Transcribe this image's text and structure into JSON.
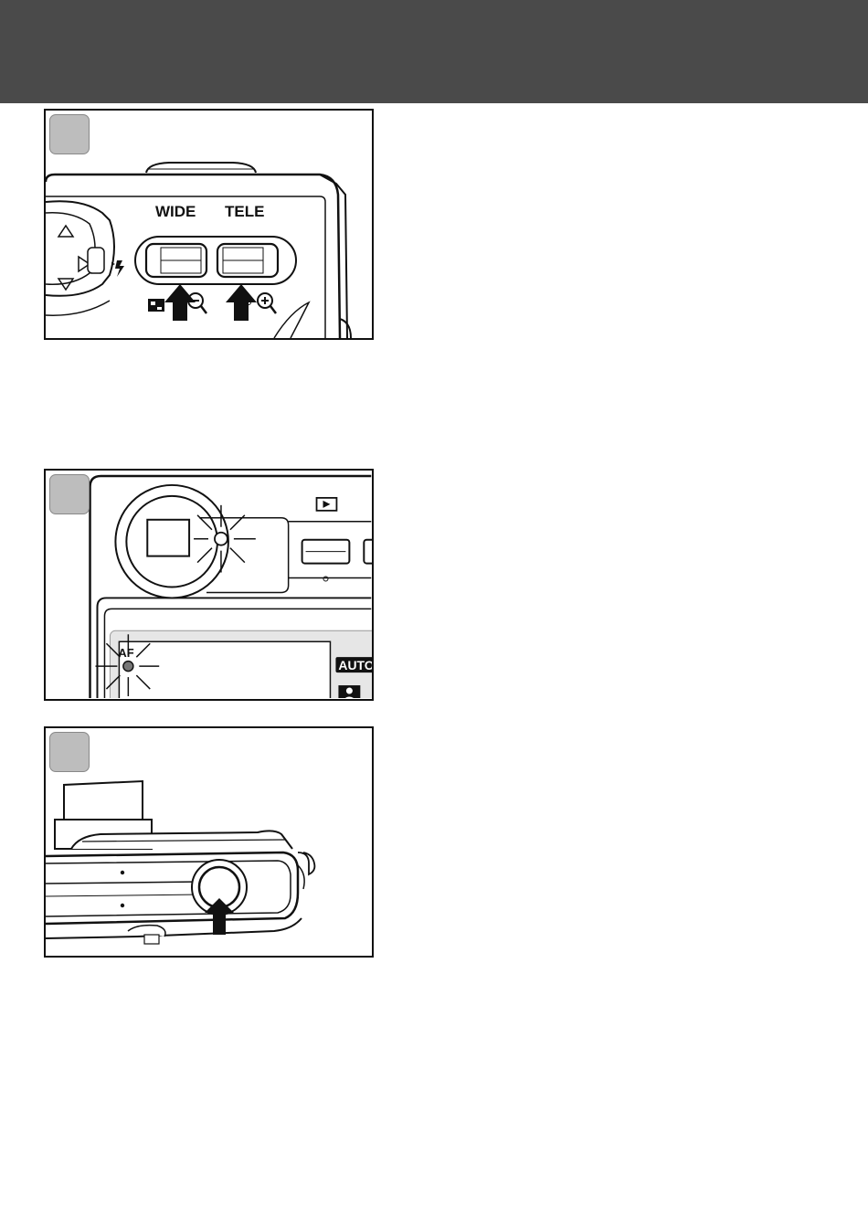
{
  "figures": {
    "fig1": {
      "wide_label": "WIDE",
      "tele_label": "TELE"
    },
    "fig2": {
      "af_label": "AF",
      "auto_label": "AUTO"
    }
  },
  "colors": {
    "header_bar": "#4a4a4a",
    "step_badge": "#bdbdbd",
    "line": "#111111"
  }
}
